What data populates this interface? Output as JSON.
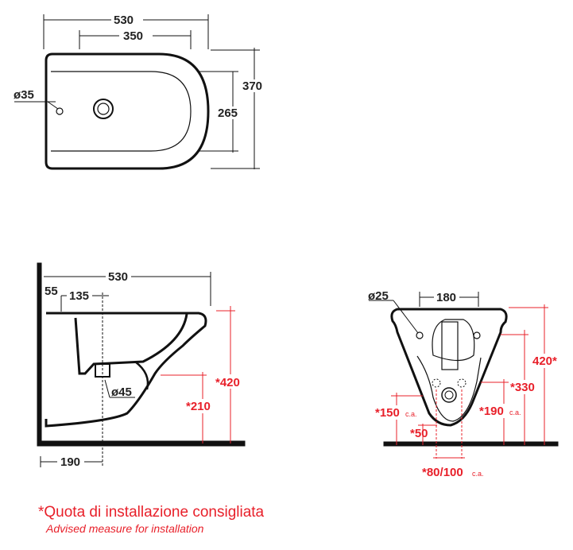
{
  "top_view": {
    "width_total": "530",
    "width_basin": "350",
    "depth_total": "370",
    "depth_basin": "265",
    "hole_diameter": "ø35"
  },
  "side_view": {
    "width_total": "530",
    "offset_1": "55",
    "offset_2": "135",
    "drain_diameter": "ø45",
    "height_rim": "*420",
    "height_drain": "*210",
    "drain_from_wall": "190"
  },
  "front_view": {
    "hole_diameter": "ø25",
    "hole_spacing": "180",
    "height_rim": "420*",
    "height_330": "*330",
    "height_190": "*190",
    "height_150": "*150",
    "offset_50": "*50",
    "width_80_100": "*80/100",
    "ca": "c.a."
  },
  "notes": {
    "italian": "*Quota di installazione consigliata",
    "english": "Advised measure for installation"
  },
  "colors": {
    "accent": "#e8202a",
    "line": "#111111"
  }
}
